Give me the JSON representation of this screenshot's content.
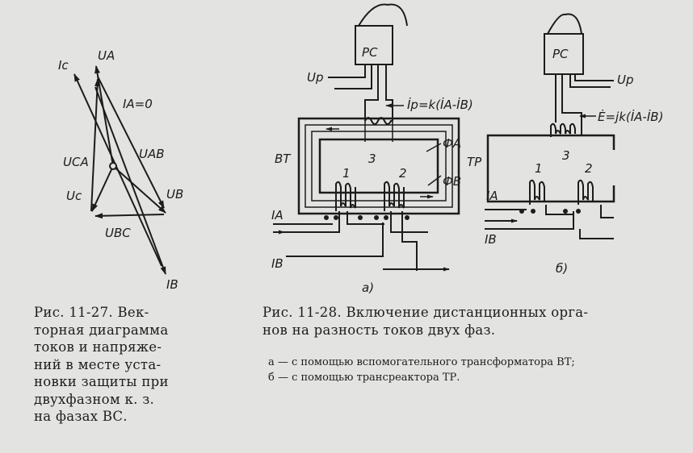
{
  "fig27": {
    "labels": {
      "ic": "Iс",
      "ua": "UA",
      "ia0": "IA=0",
      "uca": "UCA",
      "uab": "UAB",
      "uc": "Uс",
      "ub": "UB",
      "ubc": "UBC",
      "ib": "IB"
    },
    "caption": [
      "Рис. 11-27. Век-",
      "торная диаграмма",
      "токов и напряже-",
      "ний в месте уста-",
      "новки защиты при",
      "двухфазном к. з.",
      "на фазах ВС."
    ]
  },
  "fig28": {
    "a": {
      "rc": "РС",
      "up": "Up",
      "ip_eq": "İр=k(İA-İB)",
      "bt": "ВТ",
      "w3": "3",
      "w1": "1",
      "w2": "2",
      "fa": "ФA",
      "fb": "ФB",
      "ia": "IA",
      "ib": "IB",
      "tag": "а)"
    },
    "b": {
      "rc": "РС",
      "up": "Up",
      "e_eq": "Ė=jk(İA-İB)",
      "tp": "ТР",
      "w3": "3",
      "w1": "1",
      "w2": "2",
      "ia": "IA",
      "ib": "IB",
      "tag": "б)"
    },
    "caption": [
      "Рис. 11-28. Включение дистанционных орга-",
      "нов на разность токов двух фаз."
    ],
    "notes": [
      "а — с помощью вспомогательного трансформатора ВТ;",
      "б — с помощью трансреактора ТР."
    ]
  }
}
